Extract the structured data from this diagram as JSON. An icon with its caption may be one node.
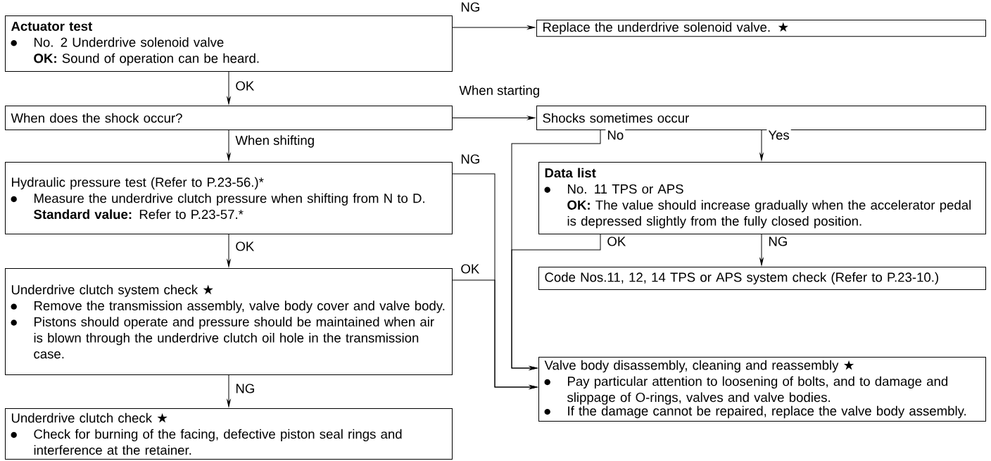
{
  "diagram": {
    "nodes": [
      {
        "text": [
          "Actuator test",
          "No. 2 Underdrive solenoid valve",
          "**OK:** Sound of operation can be heard."
        ]
      },
      {
        "text": [
          "Replace the underdrive solenoid valve. ★"
        ]
      },
      {
        "text": [
          "When does the shock occur?"
        ]
      },
      {
        "text": [
          "Shocks sometimes occur"
        ]
      },
      {
        "text": [
          "Hydraulic pressure test (Refer to P.23-56.)*",
          "Measure the underdrive clutch pressure when shifting from N to D.",
          "**Standard value:** Refer to P.23-57.*"
        ]
      },
      {
        "text": [
          "Data list",
          "No. 11 TPS or APS",
          "**OK:** The value should increase gradually when the accelerator pedal is depressed slightly from the fully closed position."
        ]
      },
      {
        "text": [
          "Code Nos.11, 12, 14 TPS or APS system check (Refer to P.23-10.)"
        ]
      },
      {
        "text": [
          "Underdrive clutch system check ★",
          "Remove the transmission assembly, valve body cover and valve body.",
          "Pistons should operate and pressure should be maintained when air is blown through the underdrive clutch oil hole in the transmission case."
        ]
      },
      {
        "text": [
          "Valve body disassembly, cleaning and reassembly ★",
          "Pay particular attention to loosening of bolts, and to damage and slippage of O-rings, valves and valve bodies.",
          "If the damage cannot be repaired, replace the valve body assembly."
        ]
      },
      {
        "text": [
          "Underdrive clutch check ★",
          "Check for burning of the facing, defective piston seal rings and interference at the retainer."
        ]
      }
    ],
    "edges": [
      {
        "from": 0,
        "to": 1,
        "arrow": "to",
        "label": "NG"
      },
      {
        "from": 0,
        "to": 2,
        "arrow": "to",
        "label": "OK"
      },
      {
        "from": 2,
        "to": 3,
        "arrow": "to",
        "label": "When starting"
      },
      {
        "from": 2,
        "to": 4,
        "arrow": "to",
        "label": "When shifting"
      },
      {
        "from": 3,
        "to": 5,
        "arrow": "to",
        "label": "Yes"
      },
      {
        "from": 3,
        "to": 8,
        "arrow": "to",
        "label": "No"
      },
      {
        "from": 5,
        "to": 6,
        "arrow": "to",
        "label": "NG"
      },
      {
        "from": 5,
        "to": 8,
        "arrow": "to",
        "label": "OK"
      },
      {
        "from": 4,
        "to": 7,
        "arrow": "to",
        "label": "OK"
      },
      {
        "from": 4,
        "to": 8,
        "arrow": "to",
        "label": "NG"
      },
      {
        "from": 7,
        "to": 9,
        "arrow": "to",
        "label": "NG"
      },
      {
        "from": 7,
        "to": 8,
        "arrow": "to",
        "label": "OK"
      }
    ]
  }
}
